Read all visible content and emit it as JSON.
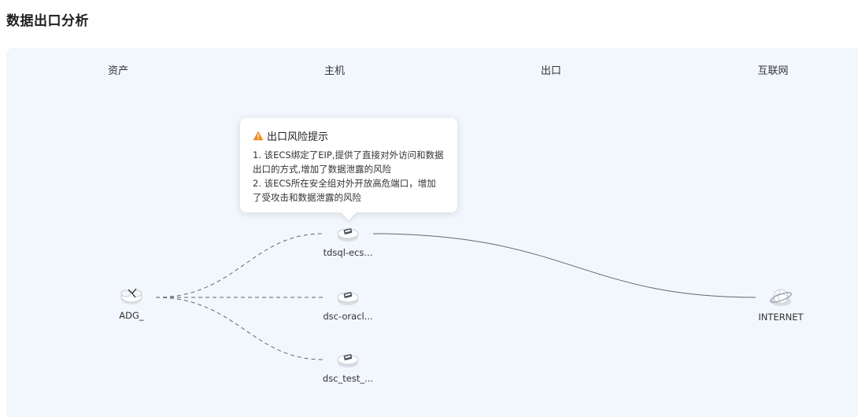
{
  "page": {
    "title": "数据出口分析"
  },
  "columns": [
    "资产",
    "主机",
    "出口",
    "互联网"
  ],
  "nodes": {
    "asset": {
      "label": "ADG_",
      "icon": "database-router-icon"
    },
    "hosts": [
      {
        "label": "tdsql-ecs...",
        "icon": "server-icon"
      },
      {
        "label": "dsc-oracl...",
        "icon": "server-icon"
      },
      {
        "label": "dsc_test_...",
        "icon": "server-icon"
      }
    ],
    "internet": {
      "label": "INTERNET",
      "icon": "globe-icon"
    }
  },
  "tooltip": {
    "title": "出口风险提示",
    "icon": "warning-icon",
    "lines": [
      "1. 该ECS绑定了EIP,提供了直接对外访问和数据出口的方式,增加了数据泄露的风险",
      "2. 该ECS所在安全组对外开放高危端口，增加了受攻击和数据泄露的风险"
    ]
  },
  "colors": {
    "canvas_bg": "#f2f7fd",
    "warning": "#f08a1c",
    "link": "#666666"
  }
}
